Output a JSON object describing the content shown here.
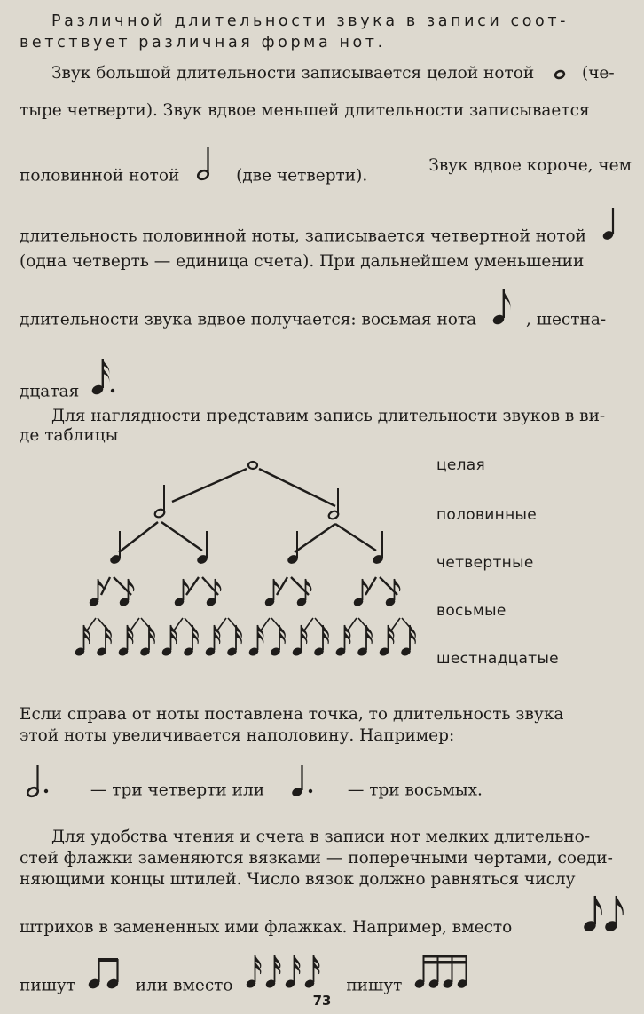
{
  "intro": {
    "line1": "Различной длительности звука в записи соот-",
    "line2": "ветствует различная форма нот."
  },
  "p1": {
    "l1a": "Звук большой длительности записывается целой нотой",
    "l1b": "(че-",
    "l2": "тыре четверти). Звук вдвое меньшей длительности записывается",
    "l3a": "половинной нотой",
    "l3b": "(две четверти).",
    "l3c": "Звук вдвое короче, чем",
    "l4": "длительность половинной ноты, записывается четвертной нотой",
    "l5": "(одна четверть — единица счета). При дальнейшем уменьшении",
    "l6a": "длительности звука вдвое получается: восьмая нота",
    "l6b": ", шестна-",
    "l7": "дцатая"
  },
  "p2": {
    "l1": "Для наглядности представим запись длительности звуков в ви-",
    "l2": "де таблицы"
  },
  "tree_labels": {
    "whole": "целая",
    "half": "половинные",
    "quarter": "четвертные",
    "eighth": "восьмые",
    "sixteenth": "шестнадцатые"
  },
  "p3": {
    "l1": "Если справа от ноты поставлена точка, то длительность звука",
    "l2": "этой ноты увеличивается наполовину. Например:",
    "ex1": "— три четверти или",
    "ex2": "— три восьмых."
  },
  "p4": {
    "l1": "Для удобства чтения и счета в записи нот мелких длительно-",
    "l2": "стей флажки заменяются вязками — поперечными чертами, соеди-",
    "l3": "няющими концы штилей. Число вязок должно равняться числу",
    "l4": "штрихов в замененных ими флажках. Например, вместо",
    "l5a": "пишут",
    "l5b": "или вместо",
    "l5c": "пишут"
  },
  "page_number": "73"
}
